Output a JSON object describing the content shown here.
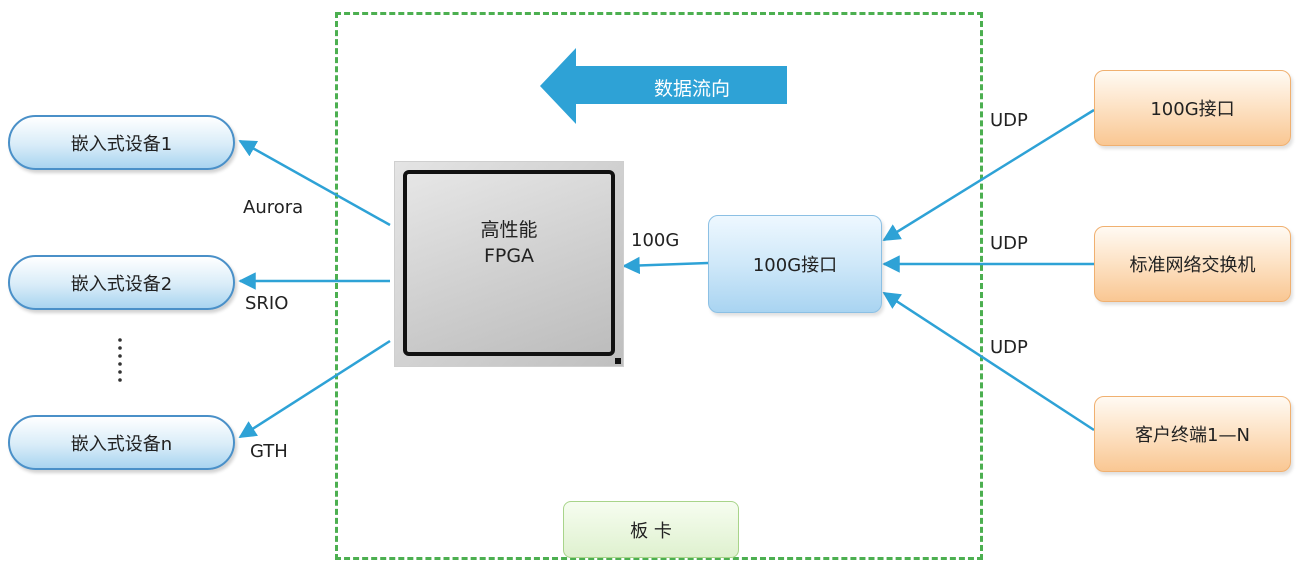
{
  "flow_label": "数据流向",
  "board_label": "板 卡",
  "fpga": {
    "line1": "高性能",
    "line2": "FPGA"
  },
  "devices": [
    {
      "label": "嵌入式设备1"
    },
    {
      "label": "嵌入式设备2"
    },
    {
      "label": "嵌入式设备n"
    }
  ],
  "device_links": [
    "Aurora",
    "SRIO",
    "GTH"
  ],
  "inner_interface": {
    "label": "100G接口",
    "link": "100G"
  },
  "sources": [
    {
      "label": "100G接口",
      "link": "UDP"
    },
    {
      "label": "标准网络交换机",
      "link": "UDP"
    },
    {
      "label": "客户终端1—N",
      "link": "UDP"
    }
  ],
  "colors": {
    "arrow": "#2ea2d6",
    "board_border": "#4caf50",
    "device_border": "#4a90c8",
    "source_fill": "#f9c793"
  },
  "icons": {
    "flow": "left-arrow-icon",
    "ellipsis": "vertical-dots-icon"
  }
}
